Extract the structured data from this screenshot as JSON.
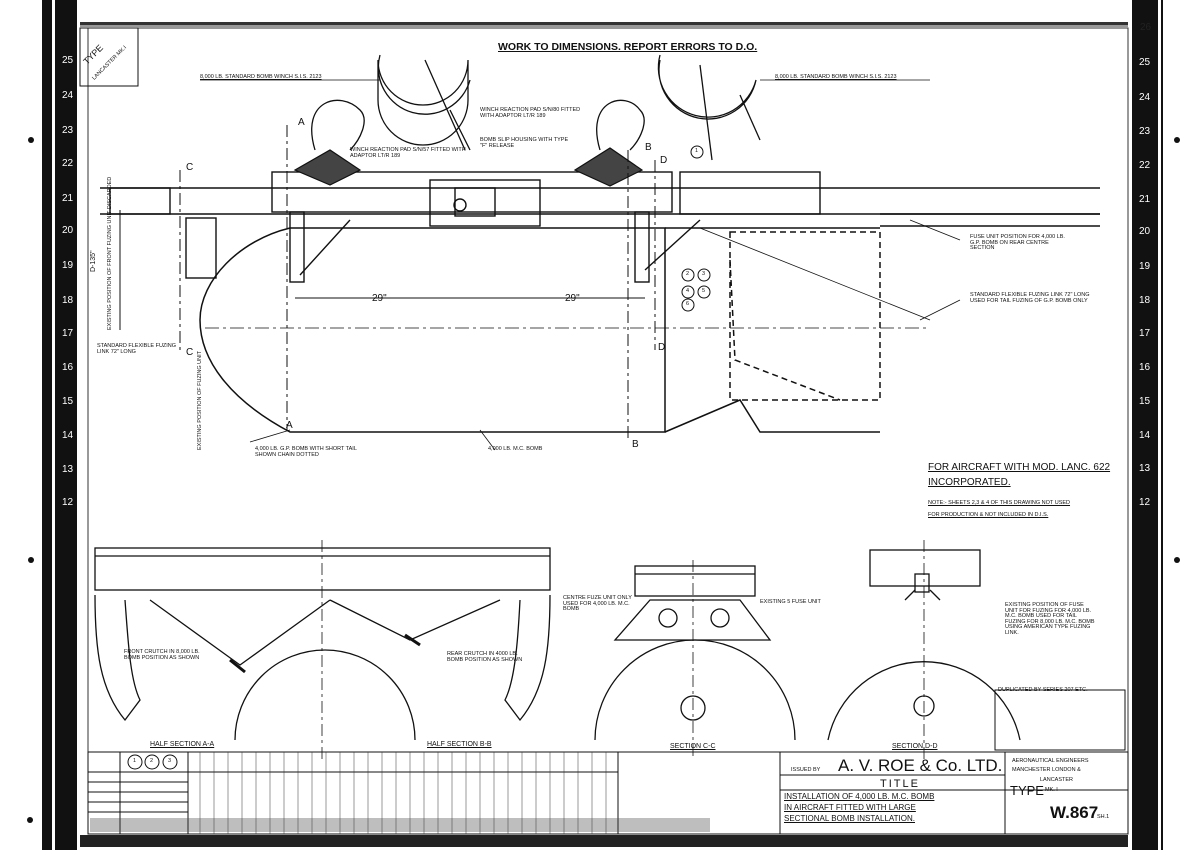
{
  "header": {
    "note": "WORK TO DIMENSIONS. REPORT ERRORS TO D.O.",
    "type_stamp_line1": "TYPE",
    "type_stamp_line2": "LANCASTER MK.I"
  },
  "border_numbers_left": [
    "25",
    "24",
    "23",
    "22",
    "21",
    "20",
    "19",
    "18",
    "17",
    "16",
    "15",
    "14",
    "13",
    "12"
  ],
  "border_numbers_right": [
    "26",
    "25",
    "24",
    "23",
    "22",
    "21",
    "20",
    "19",
    "18",
    "17",
    "16",
    "15",
    "14",
    "13",
    "12"
  ],
  "side_view_labels": {
    "winch_left": "8,000 LB. STANDARD BOMB WINCH  S.I.S. 2123",
    "winch_right": "8,000 LB. STANDARD BOMB WINCH  S.I.S. 2123",
    "winch_reaction_pad_left": "WINCH REACTION PAD  S/N/57 FITTED WITH ADAPTOR  LT/R 189",
    "winch_reaction_pad_centre": "WINCH REACTION PAD  S/N/80 FITTED WITH ADAPTOR  LT/R 189",
    "bomb_slip_housing": "BOMB SLIP HOUSING WITH TYPE \"F\" RELEASE",
    "fuse_unit_position": "FUSE UNIT POSITION FOR 4,000 LB. G.P. BOMB ON REAR CENTRE SECTION",
    "flexible_fuzing_tail": "STANDARD FLEXIBLE FUZING LINK 72\" LONG USED FOR TAIL FUZING OF G.P. BOMB ONLY",
    "flexible_fuzing_nose": "STANDARD FLEXIBLE FUZING LINK 72\" LONG",
    "existing_front_fuzing": "EXISTING POSITION OF FRONT FUZING UNIT DISCARDED",
    "existing_fuzing_unit": "EXISTING POSITION OF FUZING UNIT",
    "gp_bomb": "4,000 LB. G.P. BOMB WITH SHORT TAIL SHOWN CHAIN DOTTED",
    "mc_bomb": "4,000 LB. M.C. BOMB",
    "dim_left": "29\"",
    "dim_right": "29\"",
    "dim_vertical": "D-135\"",
    "sec_a": "A",
    "sec_b": "B",
    "sec_c": "C",
    "sec_d": "D",
    "balloons": [
      "1",
      "2",
      "3",
      "4",
      "5",
      "6"
    ]
  },
  "mod_note": {
    "heading_line1": "FOR AIRCRAFT WITH MOD. LANC. 622",
    "heading_line2": "INCORPORATED.",
    "note_line1": "NOTE:- SHEETS 2,3 & 4 OF THIS DRAWING NOT USED",
    "note_line2": "FOR PRODUCTION & NOT INCLUDED IN D.I.S."
  },
  "sections": {
    "half_a": "HALF SECTION A-A",
    "half_b": "HALF SECTION B-B",
    "section_c": "SECTION C-C",
    "section_d": "SECTION D-D",
    "front_crutch": "FRONT CRUTCH IN 8,000 LB. BOMB POSITION AS SHOWN",
    "rear_crutch": "REAR CRUTCH IN 4000 LB. BOMB POSITION AS SHOWN",
    "centre_fuze_unit": "CENTRE FUZE UNIT ONLY USED FOR 4,000 LB. M.C. BOMB",
    "existing_fuse_unit": "EXISTING 5 FUSE UNIT",
    "section_d_note": "EXISTING POSITION OF FUSE UNIT FOR FUZING FOR 4,000 LB. M.C. BOMB USED FOR TAIL FUZING FOR 8,000 LB. M.C. BOMB USING AMERICAN TYPE FUZING LINK."
  },
  "title_block": {
    "issued_by_label": "ISSUED BY",
    "company": "A. V. ROE & Co. LTD.",
    "company_sub1": "AERONAUTICAL ENGINEERS",
    "company_sub2": "MANCHESTER LONDON &",
    "title_label": "TITLE",
    "title_line1": "INSTALLATION OF 4,000 LB. M.C. BOMB",
    "title_line2": "IN AIRCRAFT FITTED WITH LARGE",
    "title_line3": "SECTIONAL BOMB INSTALLATION.",
    "type_label": "TYPE",
    "type_value": "LANCASTER",
    "type_mark": "MK. I",
    "drawing_number": "W.867",
    "sheet": "SH.1",
    "issue_marks": [
      "1",
      "2",
      "3"
    ],
    "revision_block_title": "DUPLICATED BY SERIES 207 ETC."
  }
}
